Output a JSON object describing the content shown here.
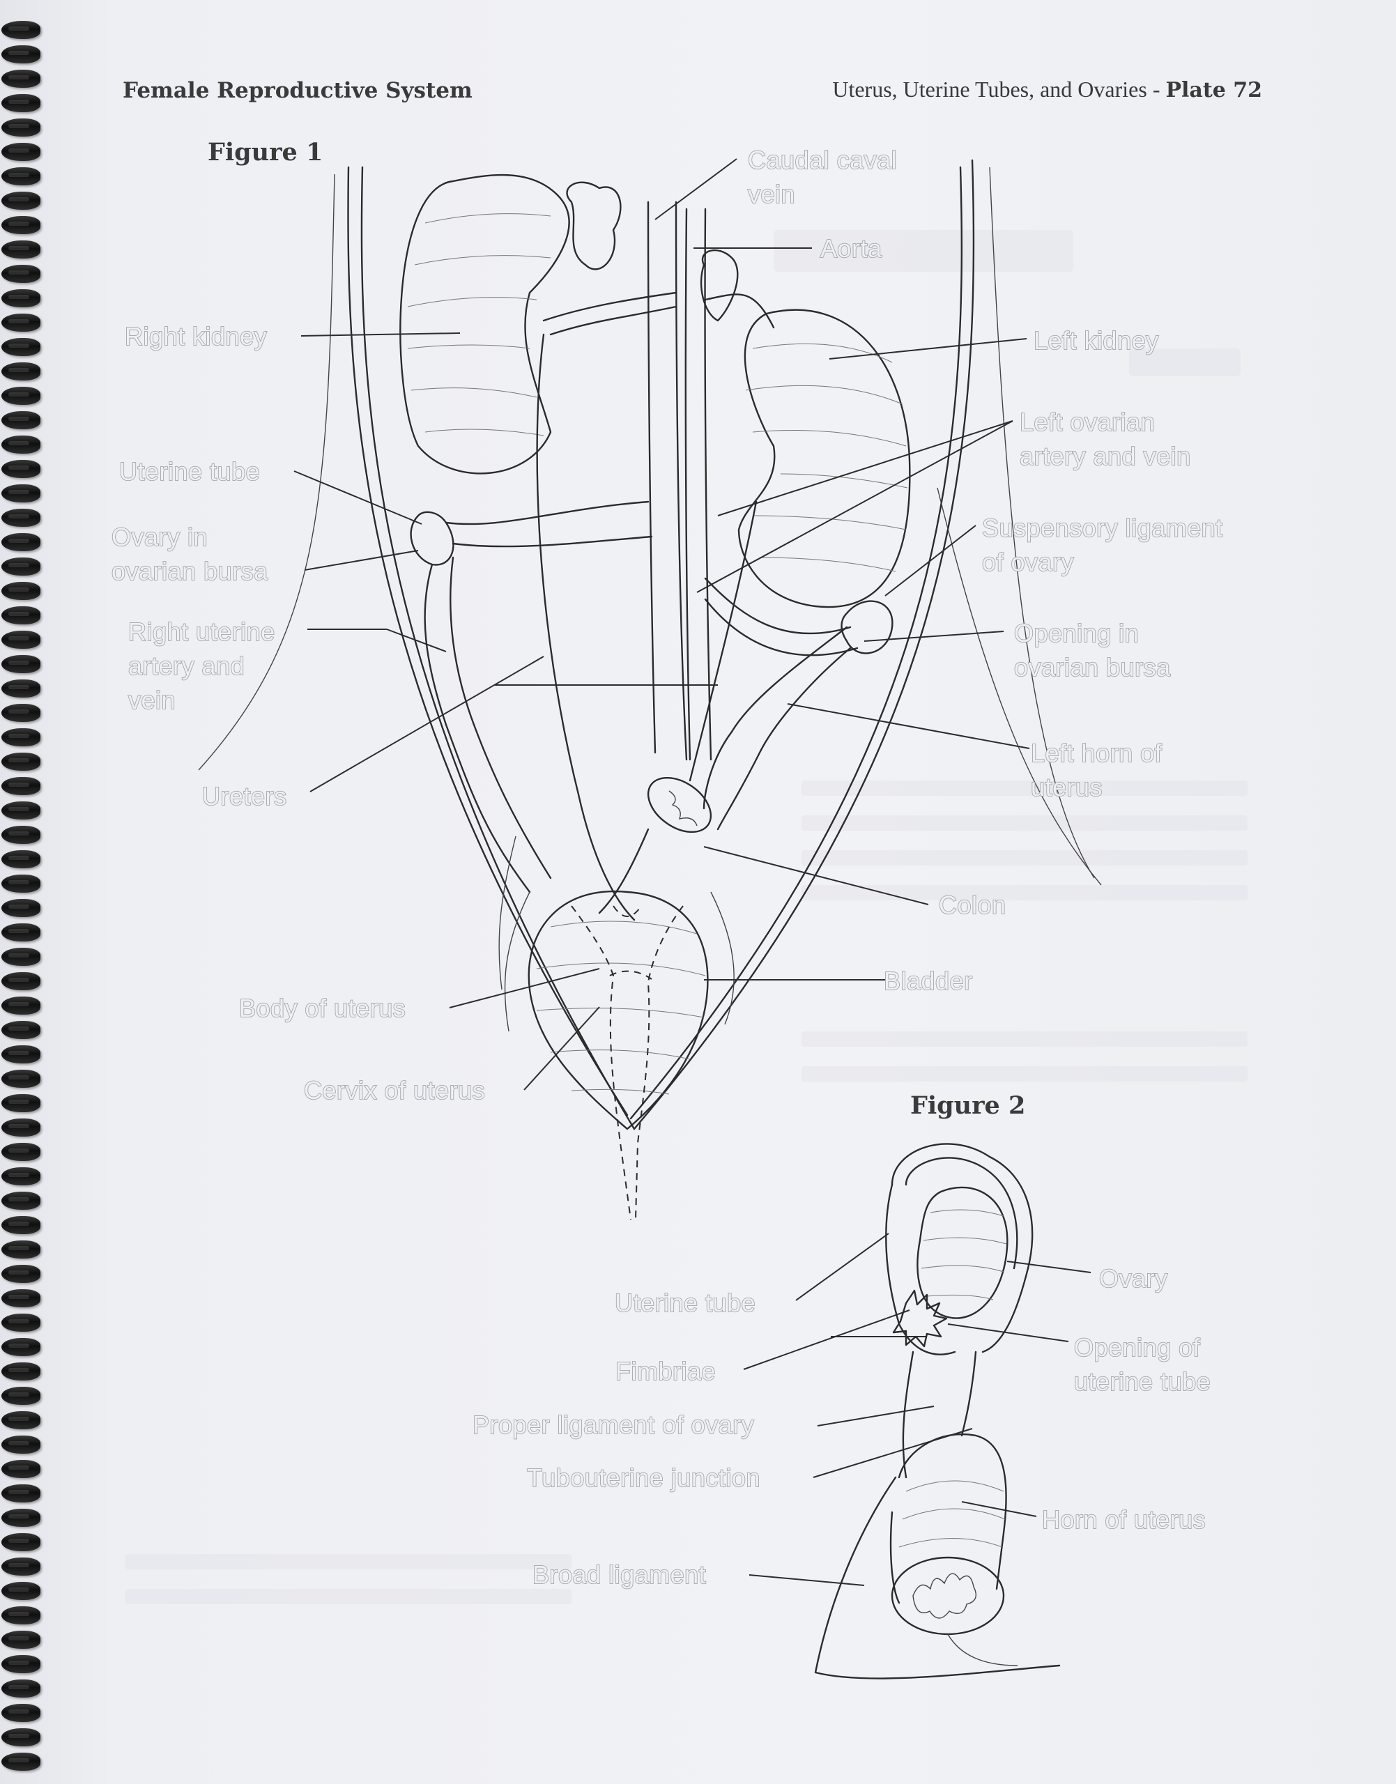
{
  "header": {
    "section": "Female Reproductive System",
    "topic": "Uterus, Uterine Tubes, and Ovaries - ",
    "plate": "Plate 72"
  },
  "figure1": {
    "title": "Figure 1",
    "labels": {
      "caudal_caval_vein_1": "Caudal caval",
      "caudal_caval_vein_2": "vein",
      "aorta": "Aorta",
      "right_kidney": "Right kidney",
      "left_kidney": "Left kidney",
      "left_ovarian_1": "Left ovarian",
      "left_ovarian_2": "artery and vein",
      "uterine_tube": "Uterine tube",
      "ovary_bursa_1": "Ovary in",
      "ovary_bursa_2": "ovarian bursa",
      "suspensory_1": "Suspensory ligament",
      "suspensory_2": "of ovary",
      "right_uterine_1": "Right uterine",
      "right_uterine_2": "artery and",
      "right_uterine_3": "vein",
      "opening_bursa_1": "Opening in",
      "opening_bursa_2": "ovarian bursa",
      "left_horn_1": "Left horn of",
      "left_horn_2": "uterus",
      "ureters": "Ureters",
      "colon": "Colon",
      "bladder": "Bladder",
      "body_of_uterus": "Body of uterus",
      "cervix_of_uterus": "Cervix of uterus"
    }
  },
  "figure2": {
    "title": "Figure 2",
    "labels": {
      "ovary": "Ovary",
      "uterine_tube": "Uterine tube",
      "opening_tube_1": "Opening of",
      "opening_tube_2": "uterine tube",
      "fimbriae": "Fimbriae",
      "proper_ligament": "Proper ligament of ovary",
      "tubouterine": "Tubouterine junction",
      "horn_of_uterus": "Horn of uterus",
      "broad_ligament": "Broad ligament"
    }
  }
}
